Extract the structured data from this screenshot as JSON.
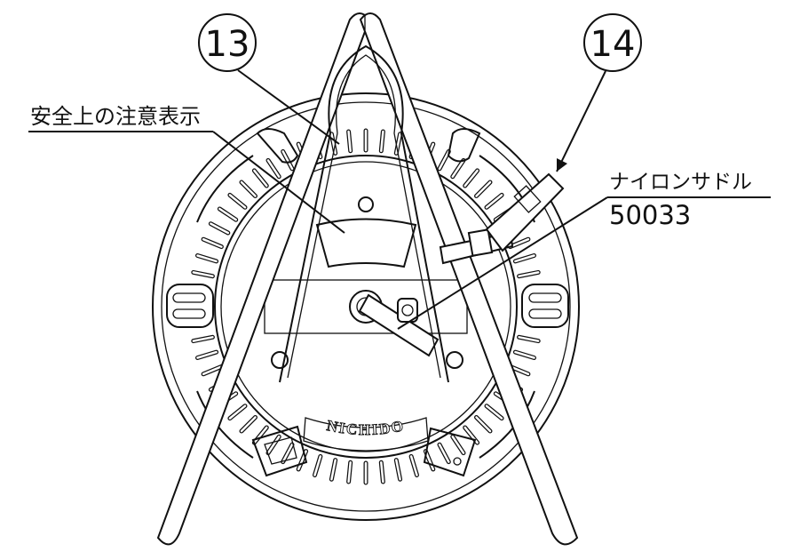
{
  "callouts": [
    {
      "number": "13"
    },
    {
      "number": "14"
    }
  ],
  "labels": {
    "safety_notice": "安全上の注意表示",
    "nylon_saddle": "ナイロンサドル",
    "part_number": "50033"
  },
  "brand_emboss": "NICHIDO"
}
